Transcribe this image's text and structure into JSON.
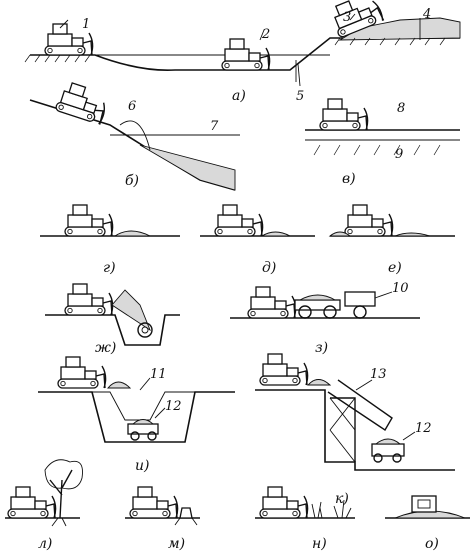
{
  "figure": {
    "numbers": [
      "1",
      "2",
      "3",
      "4",
      "5",
      "6",
      "7",
      "8",
      "9",
      "10",
      "11",
      "12",
      "13",
      "12"
    ],
    "captions": [
      "а)",
      "б)",
      "в)",
      "г)",
      "д)",
      "е)",
      "ж)",
      "з)",
      "и)",
      "к)",
      "л)",
      "м)",
      "н)",
      "о)"
    ]
  }
}
